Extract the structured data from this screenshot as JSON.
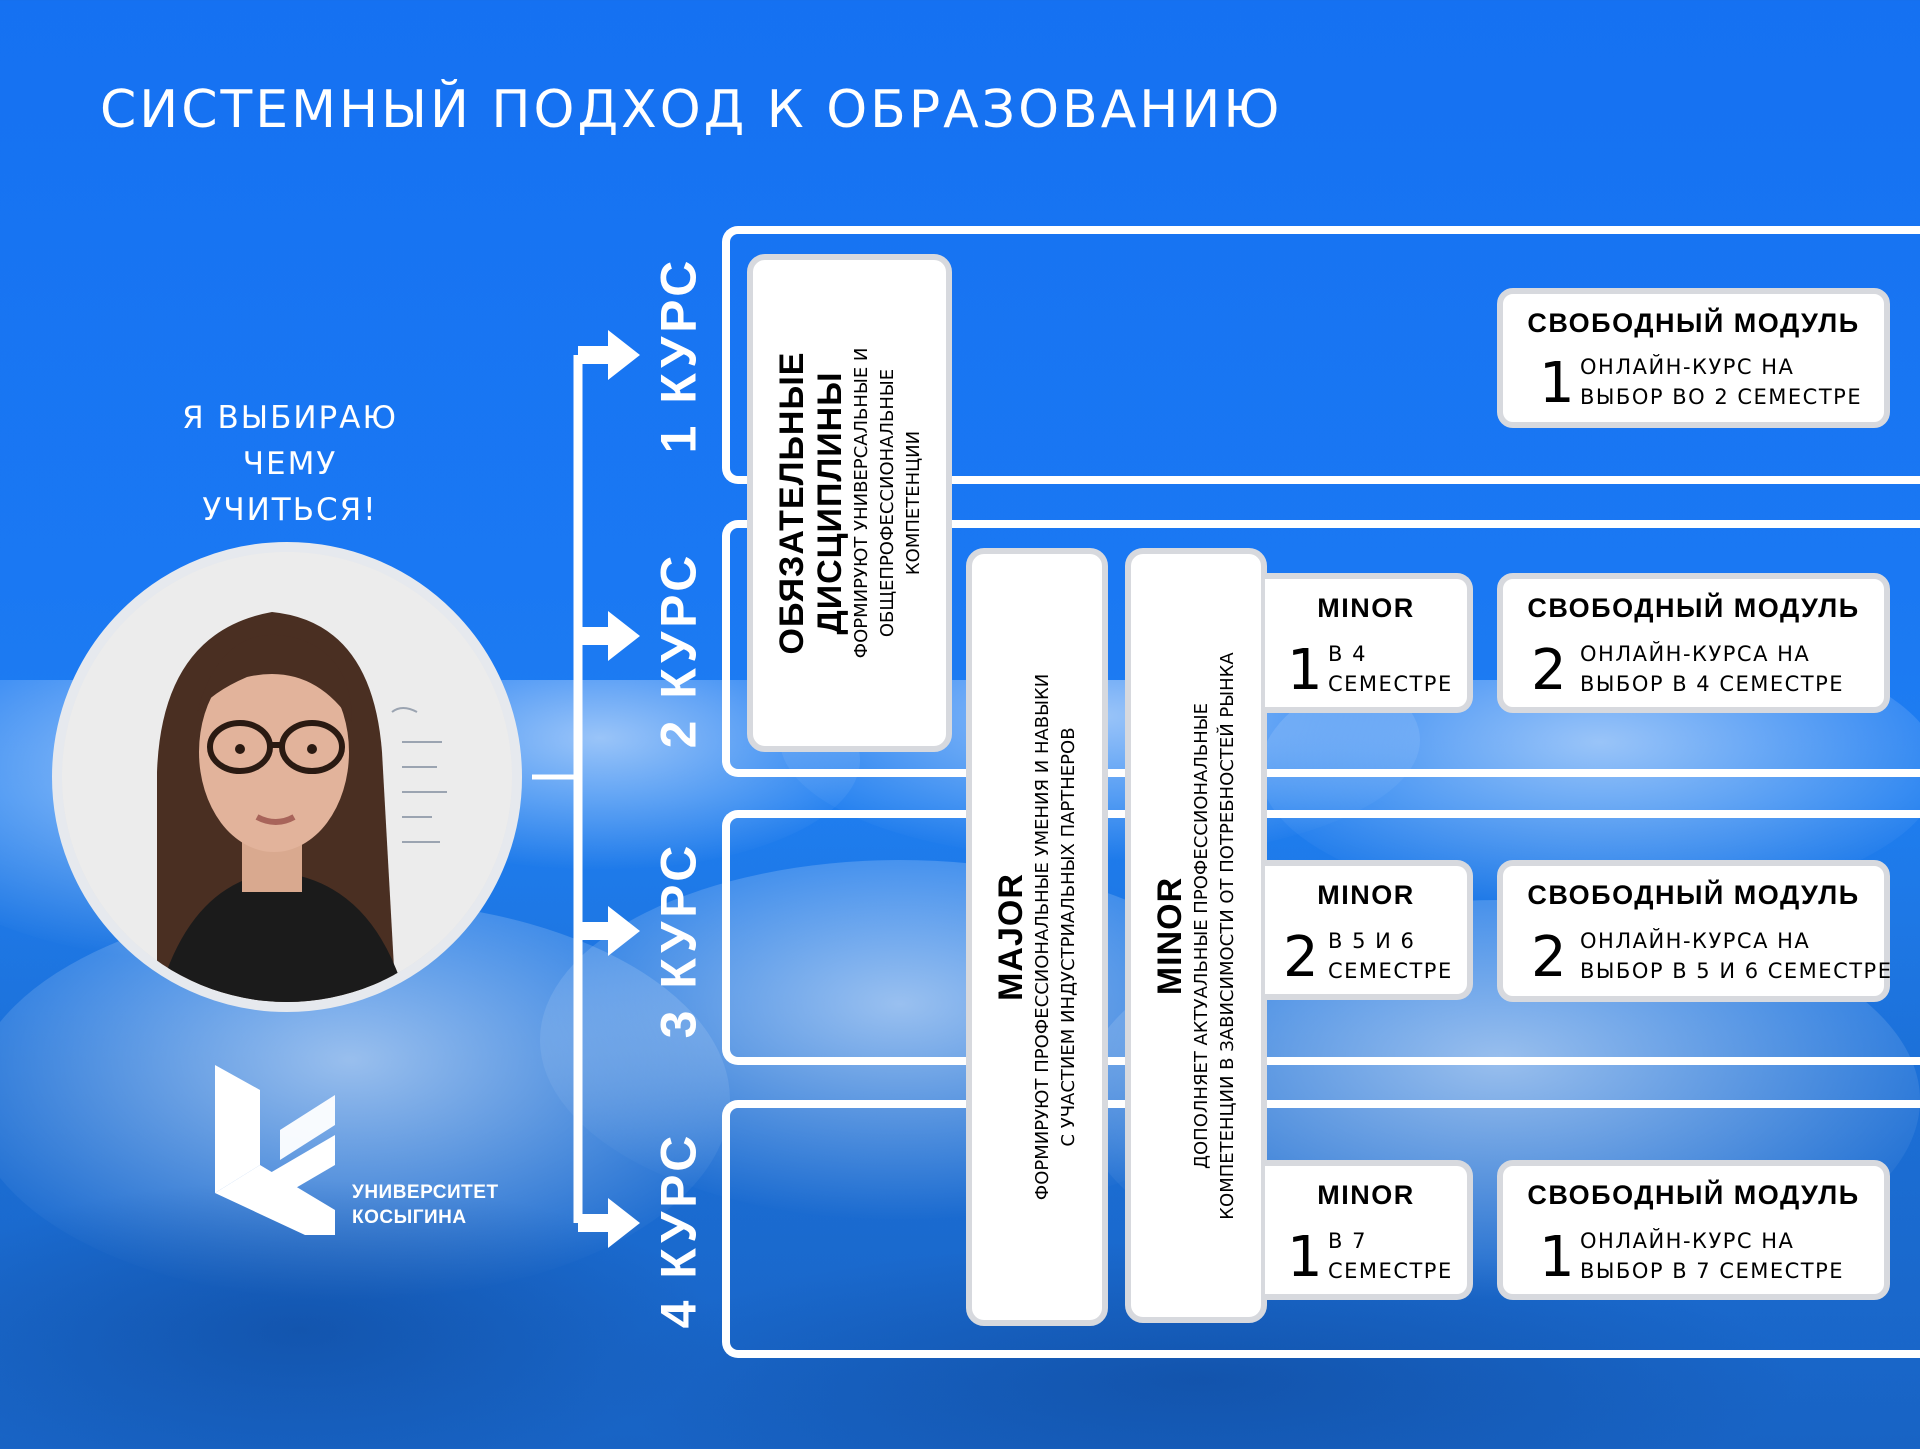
{
  "title": "СИСТЕМНЫЙ ПОДХОД К ОБРАЗОВАНИЮ",
  "tagline": [
    "Я ВЫБИРАЮ",
    "ЧЕМУ УЧИТЬСЯ!"
  ],
  "logo": {
    "line1": "УНИВЕРСИТЕТ",
    "line2": "КОСЫГИНА"
  },
  "courses": [
    "1 КУРС",
    "2 КУРС",
    "3 КУРС",
    "4 КУРС"
  ],
  "mandatory": {
    "head_line1": "ОБЯЗАТЕЛЬНЫЕ",
    "head_line2": "ДИСЦИПЛИНЫ",
    "sub_line1": "ФОРМИРУЮТ УНИВЕРСАЛЬНЫЕ И",
    "sub_line2": "ОБЩЕПРОФЕССИОНАЛЬНЫЕ",
    "sub_line3": "КОМПЕТЕНЦИИ"
  },
  "major": {
    "head": "MAJOR",
    "sub_line1": "ФОРМИРУЮТ ПРОФЕССИОНАЛЬНЫЕ  УМЕНИЯ И НАВЫКИ",
    "sub_line2": "С УЧАСТИЕМ ИНДУСТРИАЛЬНЫХ ПАРТНЕРОВ"
  },
  "minor_vertical": {
    "head": "MINOR",
    "sub_line1": "ДОПОЛНЯЕТ АКТУАЛЬНЫЕ ПРОФЕССИОНАЛЬНЫЕ",
    "sub_line2": "КОМПЕТЕНЦИИ В ЗАВИСИМОСТИ ОТ ПОТРЕБНОСТЕЙ РЫНКА"
  },
  "minor_cards": [
    {
      "title": "MINOR",
      "number": "1",
      "line1": "В 4",
      "line2": "СЕМЕСТРЕ"
    },
    {
      "title": "MINOR",
      "number": "2",
      "line1": "В 5 И 6",
      "line2": "СЕМЕСТРЕ"
    },
    {
      "title": "MINOR",
      "number": "1",
      "line1": "В 7",
      "line2": "СЕМЕСТРЕ"
    }
  ],
  "free_cards": [
    {
      "title": "СВОБОДНЫЙ МОДУЛЬ",
      "number": "1",
      "line1": "ОНЛАЙН-КУРС НА",
      "line2": "ВЫБОР ВО 2 СЕМЕСТРЕ"
    },
    {
      "title": "СВОБОДНЫЙ МОДУЛЬ",
      "number": "2",
      "line1": "ОНЛАЙН-КУРСА НА",
      "line2": "ВЫБОР В 4 СЕМЕСТРЕ"
    },
    {
      "title": "СВОБОДНЫЙ МОДУЛЬ",
      "number": "2",
      "line1": "ОНЛАЙН-КУРСА НА",
      "line2": "ВЫБОР В 5 И 6 СЕМЕСТРЕ"
    },
    {
      "title": "СВОБОДНЫЙ МОДУЛЬ",
      "number": "1",
      "line1": "ОНЛАЙН-КУРС НА",
      "line2": "ВЫБОР В 7 СЕМЕСТРЕ"
    }
  ],
  "colors": {
    "background": "#1a78f3",
    "card": "#ffffff",
    "card_border": "#d7d9de"
  }
}
